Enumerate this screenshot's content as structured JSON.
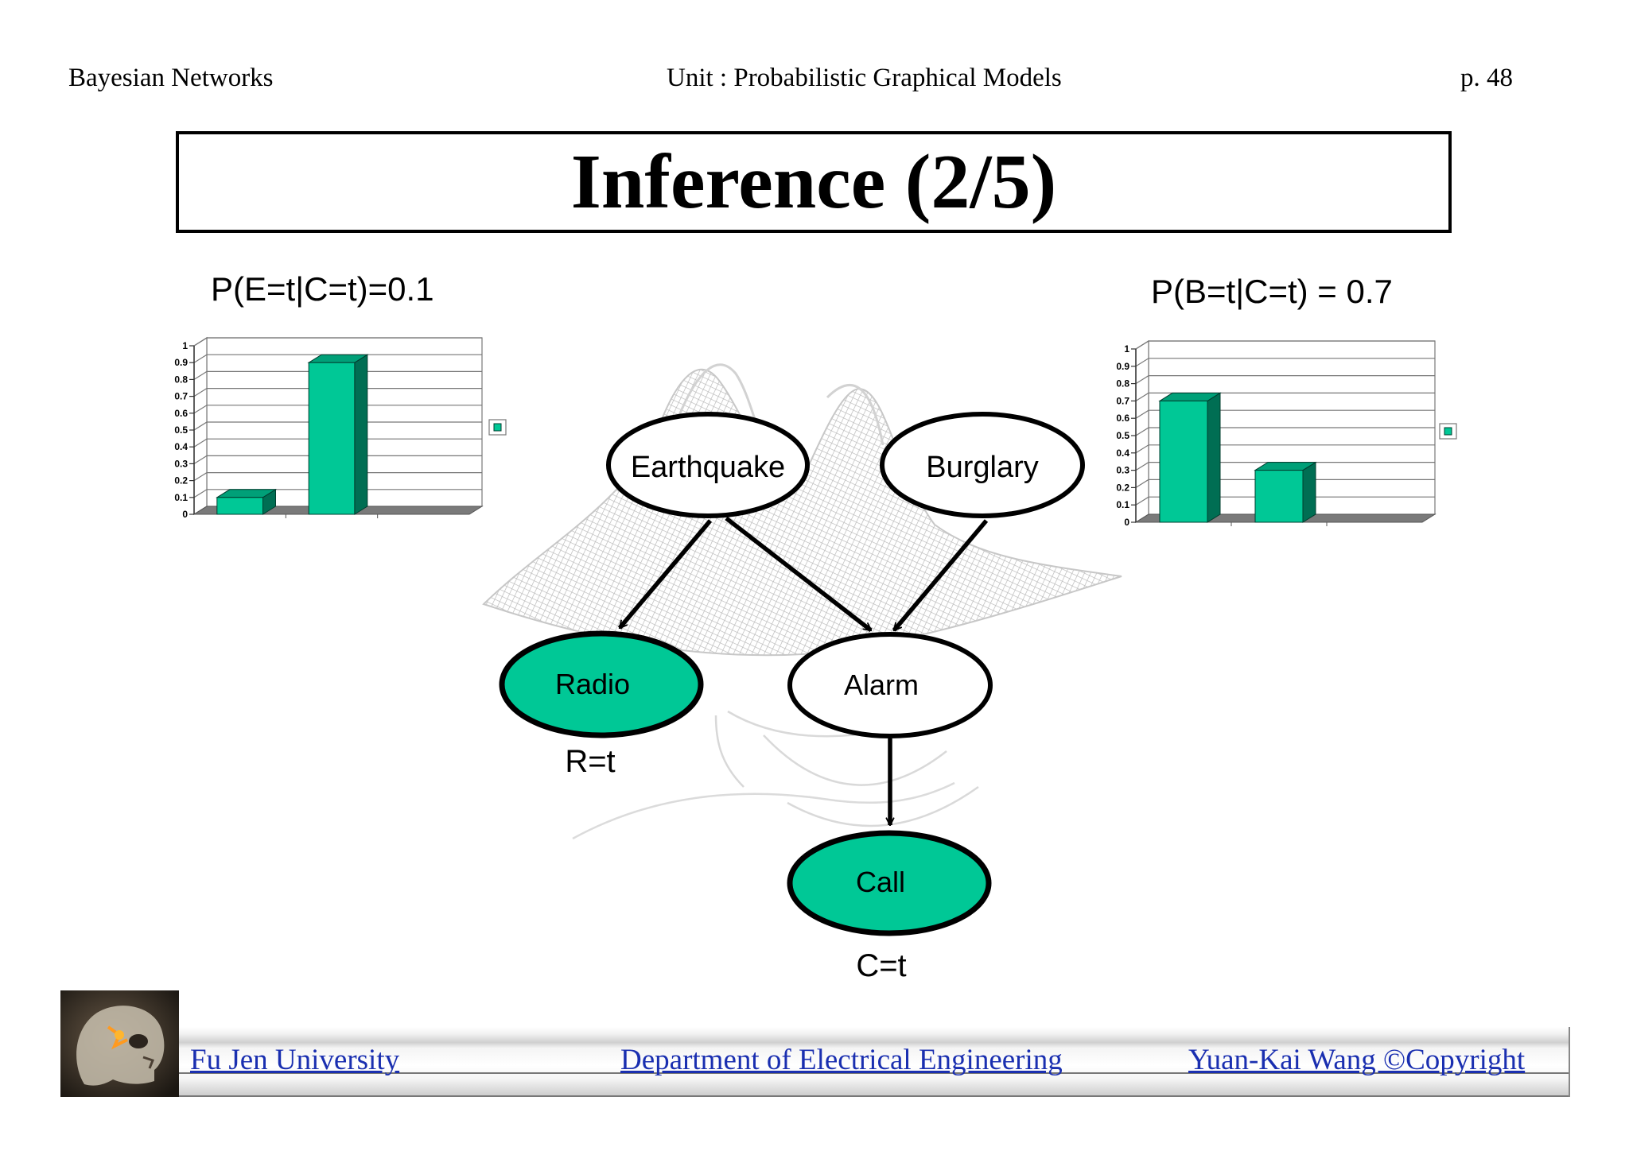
{
  "header": {
    "left": "Bayesian Networks",
    "center": "Unit : Probabilistic Graphical Models",
    "page_label": "p.  48"
  },
  "slide_title": "Inference (2/5)",
  "charts": [
    {
      "title": "P(E=t|C=t)=0.1",
      "type": "bar",
      "values": [
        0.1,
        0.9
      ],
      "yticks": [
        "0",
        "0.1",
        "0.2",
        "0.3",
        "0.4",
        "0.5",
        "0.6",
        "0.7",
        "0.8",
        "0.9",
        "1"
      ],
      "ylim": [
        0,
        1
      ],
      "bar_color": "#00c896",
      "legend": "right"
    },
    {
      "title": "P(B=t|C=t) = 0.7",
      "type": "bar",
      "values": [
        0.7,
        0.3
      ],
      "yticks": [
        "0",
        "0.1",
        "0.2",
        "0.3",
        "0.4",
        "0.5",
        "0.6",
        "0.7",
        "0.8",
        "0.9",
        "1"
      ],
      "ylim": [
        0,
        1
      ],
      "bar_color": "#00c896",
      "legend": "right"
    }
  ],
  "network": {
    "nodes": {
      "earthquake": "Earthquake",
      "burglary": "Burglary",
      "radio": "Radio",
      "alarm": "Alarm",
      "call": "Call"
    },
    "observed_color": "#00c896",
    "evidence": {
      "radio": "R=t",
      "call": "C=t"
    }
  },
  "footer": {
    "university": "Fu Jen University",
    "department": "Department of Electrical Engineering",
    "copyright": "Yuan-Kai Wang ©Copyright"
  }
}
